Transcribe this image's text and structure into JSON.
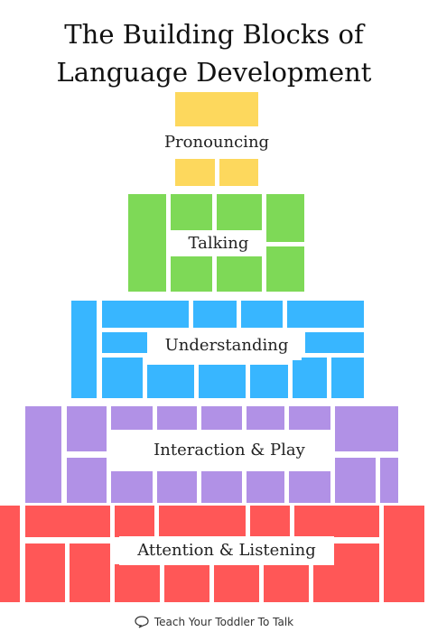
{
  "title_line1": "The Building Blocks of",
  "title_line2": "Language Development",
  "levels": {
    "pronouncing": "Pronouncing",
    "talking": "Talking",
    "understanding": "Understanding",
    "interaction": "Interaction & Play",
    "attention": "Attention & Listening"
  },
  "colors": {
    "pronouncing": "#fdd85d",
    "talking": "#7ed957",
    "understanding": "#38b6ff",
    "interaction": "#b191e6",
    "attention": "#ff5757"
  },
  "footer": {
    "icon": "speech-bubble-icon",
    "text": "Teach Your Toddler To Talk"
  }
}
